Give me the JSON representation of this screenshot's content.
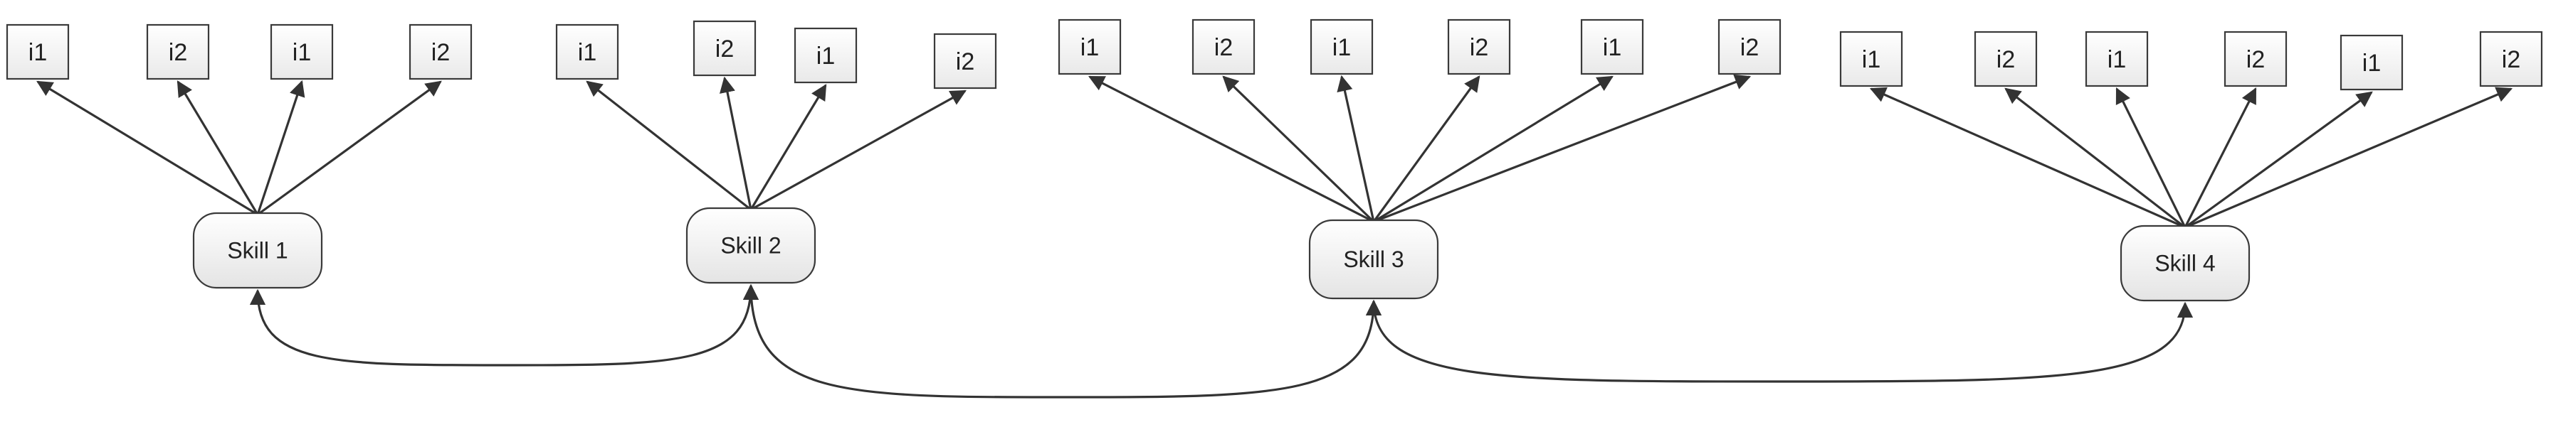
{
  "diagram": {
    "skills": [
      {
        "id": "s1",
        "label": "Skill 1"
      },
      {
        "id": "s2",
        "label": "Skill 2"
      },
      {
        "id": "s3",
        "label": "Skill 3"
      },
      {
        "id": "s4",
        "label": "Skill 4"
      }
    ],
    "items": [
      {
        "label": "i1",
        "skill": "s1"
      },
      {
        "label": "i2",
        "skill": "s1"
      },
      {
        "label": "i1",
        "skill": "s1"
      },
      {
        "label": "i2",
        "skill": "s1"
      },
      {
        "label": "i1",
        "skill": "s2"
      },
      {
        "label": "i2",
        "skill": "s2"
      },
      {
        "label": "i1",
        "skill": "s2"
      },
      {
        "label": "i2",
        "skill": "s2"
      },
      {
        "label": "i1",
        "skill": "s3"
      },
      {
        "label": "i2",
        "skill": "s3"
      },
      {
        "label": "i1",
        "skill": "s3"
      },
      {
        "label": "i2",
        "skill": "s3"
      },
      {
        "label": "i1",
        "skill": "s3"
      },
      {
        "label": "i2",
        "skill": "s3"
      },
      {
        "label": "i1",
        "skill": "s4"
      },
      {
        "label": "i2",
        "skill": "s4"
      },
      {
        "label": "i1",
        "skill": "s4"
      },
      {
        "label": "i2",
        "skill": "s4"
      },
      {
        "label": "i1",
        "skill": "s4"
      },
      {
        "label": "i2",
        "skill": "s4"
      }
    ],
    "skill_links": [
      {
        "from": "s1",
        "to": "s2",
        "direction": "both"
      },
      {
        "from": "s2",
        "to": "s3",
        "direction": "both"
      },
      {
        "from": "s3",
        "to": "s4",
        "direction": "both"
      }
    ]
  }
}
